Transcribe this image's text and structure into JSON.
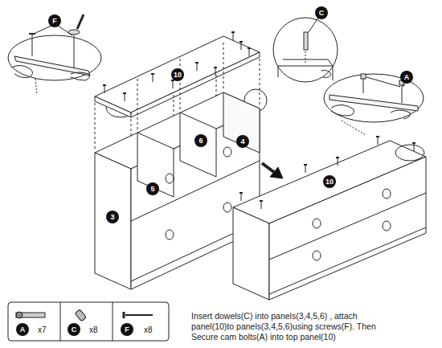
{
  "diagram": {
    "caption": "Insert dowels(C) into panels(3,4,5,6) , attach panel(10)to panels(3,4,5,6)using screws(F). Then Secure cam bolts(A) into top panel(10)",
    "labels": [
      "F",
      "C",
      "10",
      "4",
      "6",
      "5",
      "3",
      "A",
      "10",
      "A",
      "x7",
      "C",
      "x8",
      "F",
      "x8"
    ]
  }
}
